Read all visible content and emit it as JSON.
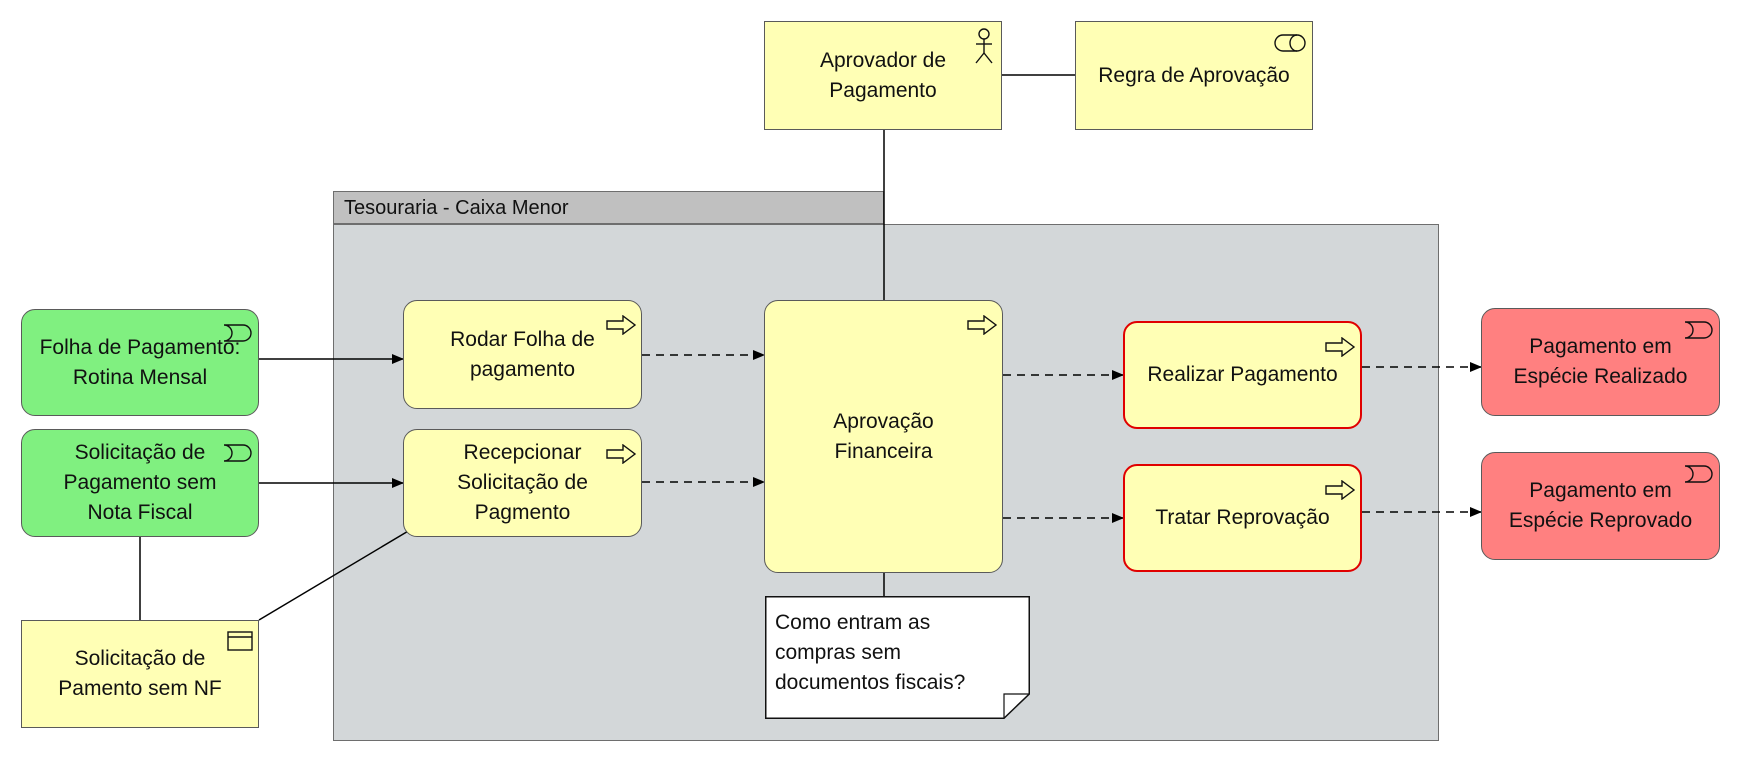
{
  "group": {
    "title": "Tesouraria - Caixa Menor"
  },
  "actor": {
    "label": "Aprovador de\nPagamento",
    "icon": "actor-icon"
  },
  "service": {
    "label": "Regra de Aprovação",
    "icon": "service-icon"
  },
  "events": {
    "folha": {
      "label": "Folha de Pagamento:\nRotina Mensal",
      "icon": "event-icon"
    },
    "solicitacao": {
      "label": "Solicitação de\nPagamento sem\nNota Fiscal",
      "icon": "event-icon"
    },
    "realizado": {
      "label": "Pagamento em\nEspécie Realizado",
      "icon": "event-icon"
    },
    "reprovado": {
      "label": "Pagamento em\nEspécie Reprovado",
      "icon": "event-icon"
    }
  },
  "processes": {
    "rodar": {
      "label": "Rodar Folha de\npagamento",
      "icon": "process-arrow-icon"
    },
    "recepcionar": {
      "label": "Recepcionar\nSolicitação de\nPagmento",
      "icon": "process-arrow-icon"
    },
    "aprovacao": {
      "label": "Aprovação\nFinanceira",
      "icon": "process-arrow-icon"
    },
    "realizar": {
      "label": "Realizar Pagamento",
      "icon": "process-arrow-icon"
    },
    "tratar": {
      "label": "Tratar Reprovação",
      "icon": "process-arrow-icon"
    }
  },
  "business_object": {
    "label": "Solicitação de\nPamento sem NF",
    "icon": "business-object-icon"
  },
  "note": {
    "text": "Como entram as\ncompras sem\ndocumentos fiscais?"
  },
  "colors": {
    "process_fill": "#ffffb5",
    "event_green": "#80f080",
    "event_red": "#ff8080",
    "group_fill": "#d3d7d9",
    "group_tab": "#c0c0c0",
    "highlight_border": "#e00000"
  }
}
